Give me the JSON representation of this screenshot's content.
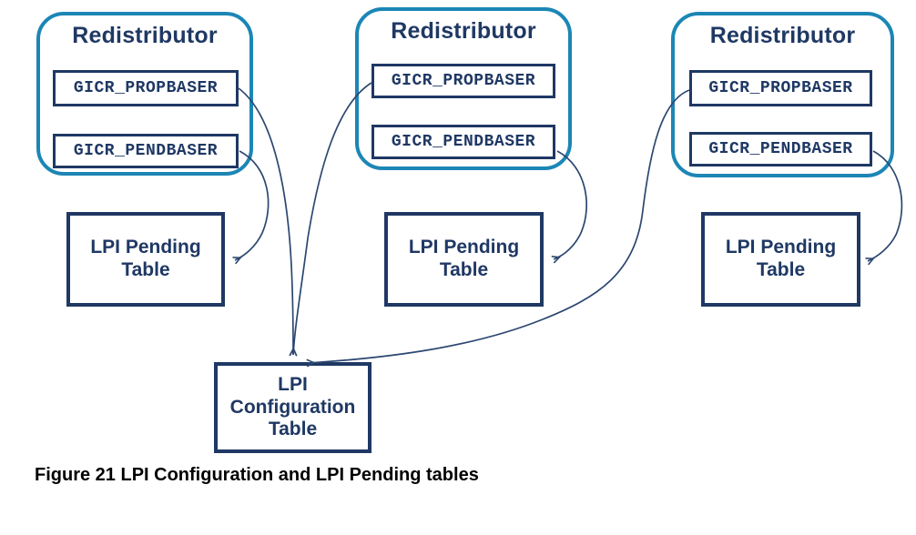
{
  "colors": {
    "navy": "#1f3864",
    "teal": "#1c86b5",
    "arrow": "#2c4770",
    "caption_text": "#000000",
    "background": "#ffffff"
  },
  "redistributors": [
    {
      "title": "Redistributor",
      "registers": [
        "GICR_PROPBASER",
        "GICR_PENDBASER"
      ]
    },
    {
      "title": "Redistributor",
      "registers": [
        "GICR_PROPBASER",
        "GICR_PENDBASER"
      ]
    },
    {
      "title": "Redistributor",
      "registers": [
        "GICR_PROPBASER",
        "GICR_PENDBASER"
      ]
    }
  ],
  "pending_tables": [
    {
      "lines": [
        "LPI Pending",
        "Table"
      ]
    },
    {
      "lines": [
        "LPI Pending",
        "Table"
      ]
    },
    {
      "lines": [
        "LPI Pending",
        "Table"
      ]
    }
  ],
  "config_table": {
    "lines": [
      "LPI",
      "Configuration",
      "Table"
    ]
  },
  "caption": {
    "text": "Figure 21 LPI Configuration and LPI Pending tables"
  },
  "arrows": [
    {
      "from": "redistributor-1-gicr-pendbaser",
      "to": "lpi-pending-table-1"
    },
    {
      "from": "redistributor-1-gicr-propbaser",
      "to": "lpi-configuration-table"
    },
    {
      "from": "redistributor-2-gicr-propbaser",
      "to": "lpi-configuration-table"
    },
    {
      "from": "redistributor-2-gicr-pendbaser",
      "to": "lpi-pending-table-2"
    },
    {
      "from": "redistributor-3-gicr-propbaser",
      "to": "lpi-configuration-table"
    },
    {
      "from": "redistributor-3-gicr-pendbaser",
      "to": "lpi-pending-table-3"
    }
  ]
}
